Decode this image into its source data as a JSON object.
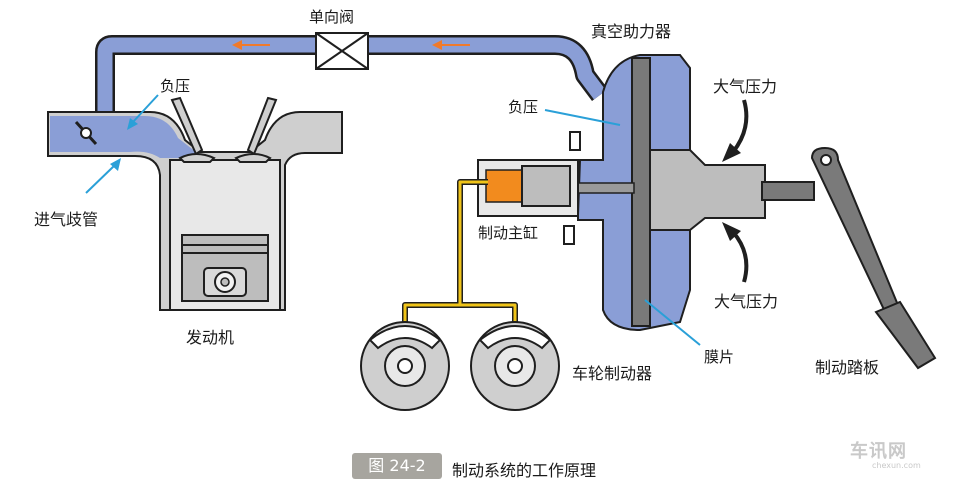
{
  "labels": {
    "check_valve": "单向阀",
    "booster": "真空助力器",
    "vacuum_intake": "负压",
    "vacuum_booster": "负压",
    "atm_top": "大气压力",
    "atm_bottom": "大气压力",
    "intake_manifold": "进气歧管",
    "master_cylinder": "制动主缸",
    "engine": "发动机",
    "diaphragm": "膜片",
    "wheel_brakes": "车轮制动器",
    "brake_pedal": "制动踏板"
  },
  "caption": {
    "figure_no": "图 24-2",
    "title": "制动系统的工作原理"
  },
  "watermark": "车讯网",
  "watermark_sub": "chexun.com",
  "colors": {
    "vacuum_blue": "#8a9ed6",
    "outline": "#1f1f1f",
    "engine_gray": "#cfcfcf",
    "piston_gray": "#bdbdbd",
    "rod_gray": "#7a7a7a",
    "fluid_orange": "#f28b1e",
    "brake_line_yellow": "#f0c419",
    "arrow_blue": "#2aa0d8",
    "flow_orange": "#f07a2a",
    "caption_box": "#a7a59f"
  }
}
